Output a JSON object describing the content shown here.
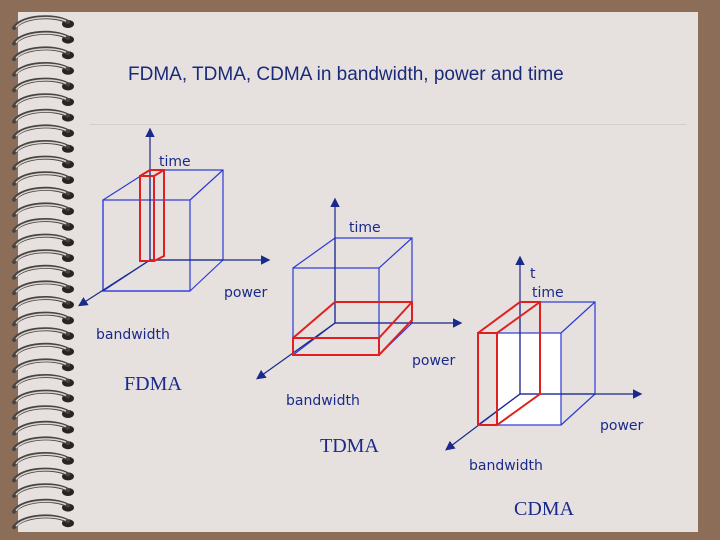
{
  "slide": {
    "title": "FDMA, TDMA, CDMA in bandwidth, power and time"
  },
  "fdma": {
    "time_label": "time",
    "power_label": "power",
    "bandwidth_label": "bandwidth",
    "caption": "FDMA"
  },
  "tdma": {
    "time_label": "time",
    "power_label": "power",
    "bandwidth_label": "bandwidth",
    "caption": "TDMA"
  },
  "cdma": {
    "t_label": "t",
    "time_label": "time",
    "power_label": "power",
    "bandwidth_label": "bandwidth",
    "caption": "CDMA"
  },
  "colors": {
    "axis": "#1a2a8a",
    "cube_edge": "#2a3ad8",
    "highlight": "#e02020",
    "page": "#e6e1de",
    "background": "#8c6e58"
  }
}
